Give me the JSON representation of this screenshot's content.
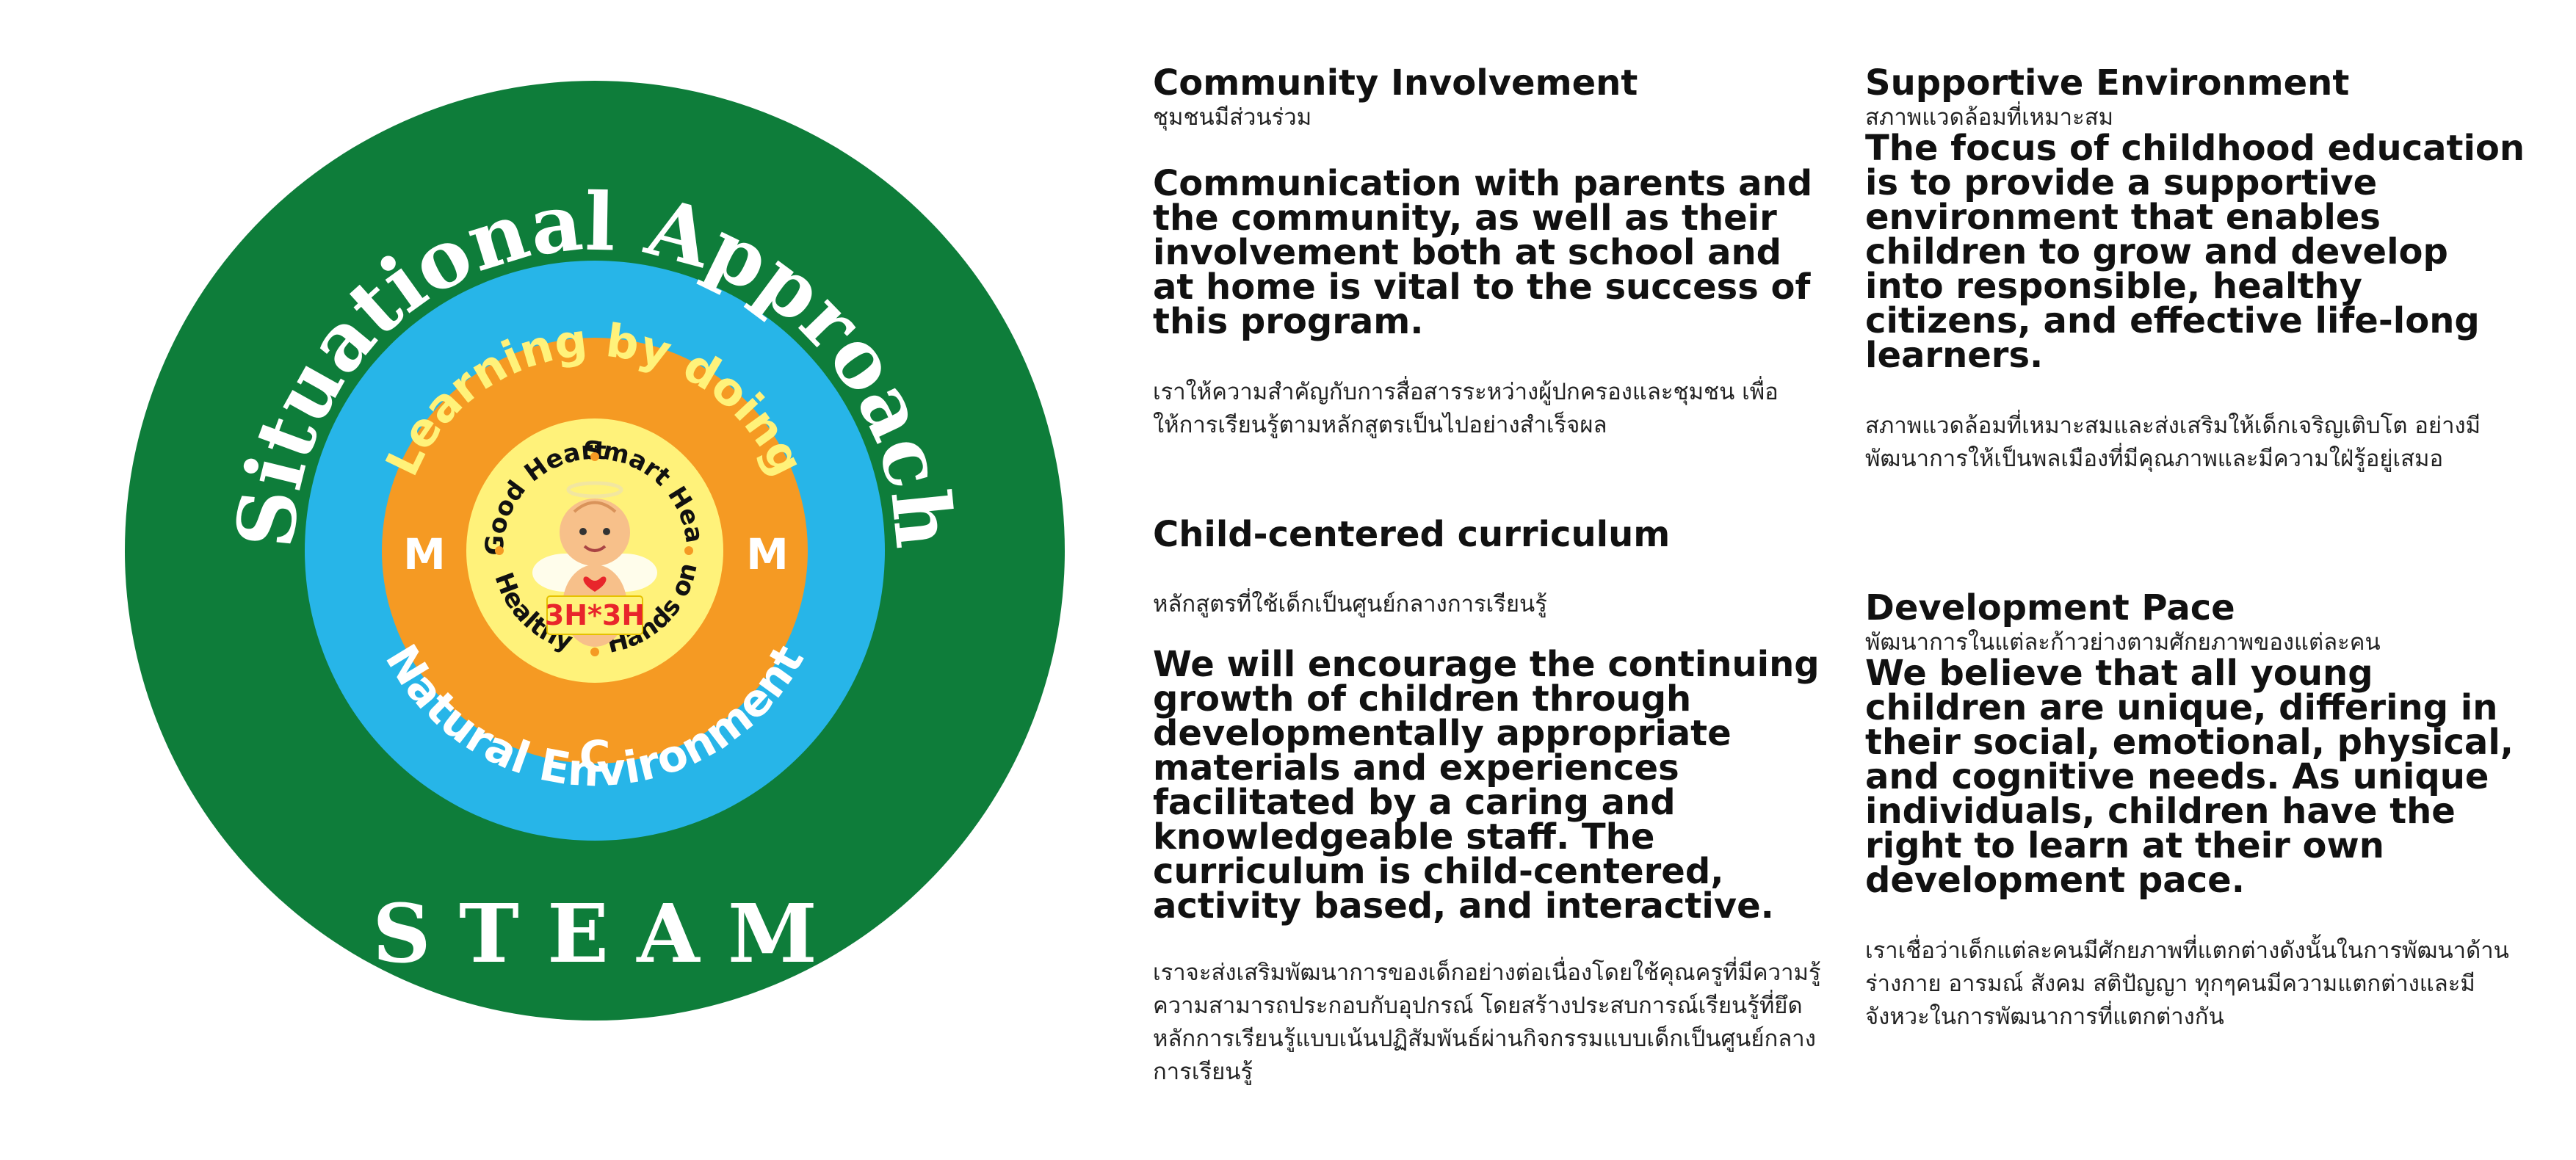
{
  "diagram": {
    "outer_ring_text": "Situational Approach",
    "outer_bottom_text": "S T E A M",
    "middle_ring_top_text": "Learning by doing",
    "middle_ring_bottom_text": "Natural Environment",
    "orange_left_letter": "M",
    "orange_right_letter": "M",
    "orange_bottom_letter": "C",
    "center_ring_words": [
      "Good Heart",
      "Smart Head",
      "Hands on",
      "Healthy"
    ],
    "center_badge": "3H*3H",
    "colors": {
      "outer": "#0e7d3a",
      "middle": "#27b5e8",
      "orange": "#f59a23",
      "center": "#fff27a",
      "outer_text": "#ffffff",
      "learning_text": "#fff27a",
      "badge_text": "#e8252b"
    }
  },
  "sections": [
    {
      "title": "Community Involvement",
      "thai_subtitle": "ชุมชนมีส่วนร่วม",
      "body": "Communication with parents and the community, as well as their involvement both at school and at home is vital to the success of this program.",
      "thai": "เราให้ความสำคัญกับการสื่อสารระหว่างผู้ปกครองและชุมชน เพื่อให้การเรียนรู้ตามหลักสูตรเป็นไปอย่างสำเร็จผล"
    },
    {
      "title": "Supportive Environment",
      "thai_subtitle": "สภาพแวดล้อมที่เหมาะสม",
      "body": "The focus of childhood education is to provide a supportive environment that enables children to grow and develop into responsible, healthy citizens, and effective life-long learners.",
      "thai": "สภาพแวดล้อมที่เหมาะสมและส่งเสริมให้เด็กเจริญเติบโต อย่างมีพัฒนาการให้เป็นพลเมืองที่มีคุณภาพและมีความใฝ่รู้อยู่เสมอ"
    },
    {
      "title": "Child-centered curriculum",
      "thai_subtitle": "หลักสูตรที่ใช้เด็กเป็นศูนย์กลางการเรียนรู้",
      "body": "We will encourage the continuing growth of children through developmentally appropriate materials and experiences facilitated by a caring and knowledgeable staff. The curriculum is child-centered, activity based, and interactive.",
      "thai": "เราจะส่งเสริมพัฒนาการของเด็กอย่างต่อเนื่องโดยใช้คุณครูที่มีความรู้ความสามารถประกอบกับอุปกรณ์ โดยสร้างประสบการณ์เรียนรู้ที่ยึดหลักการเรียนรู้แบบเน้นปฏิสัมพันธ์ผ่านกิจกรรมแบบเด็กเป็นศูนย์กลางการเรียนรู้"
    },
    {
      "title": "Development Pace",
      "thai_subtitle": "พัฒนาการในแต่ละก้าวย่างตามศักยภาพของแต่ละคน",
      "body": "We believe that all young children are unique, differing in their social, emotional, physical, and cognitive needs. As unique individuals, children have the right to learn at their own development pace.",
      "thai": "เราเชื่อว่าเด็กแต่ละคนมีศักยภาพที่แตกต่างดังนั้นในการพัฒนาด้านร่างกาย อารมณ์ สังคม สติปัญญา ทุกๆคนมีความแตกต่างและมีจังหวะในการพัฒนาการที่แตกต่างกัน"
    }
  ]
}
